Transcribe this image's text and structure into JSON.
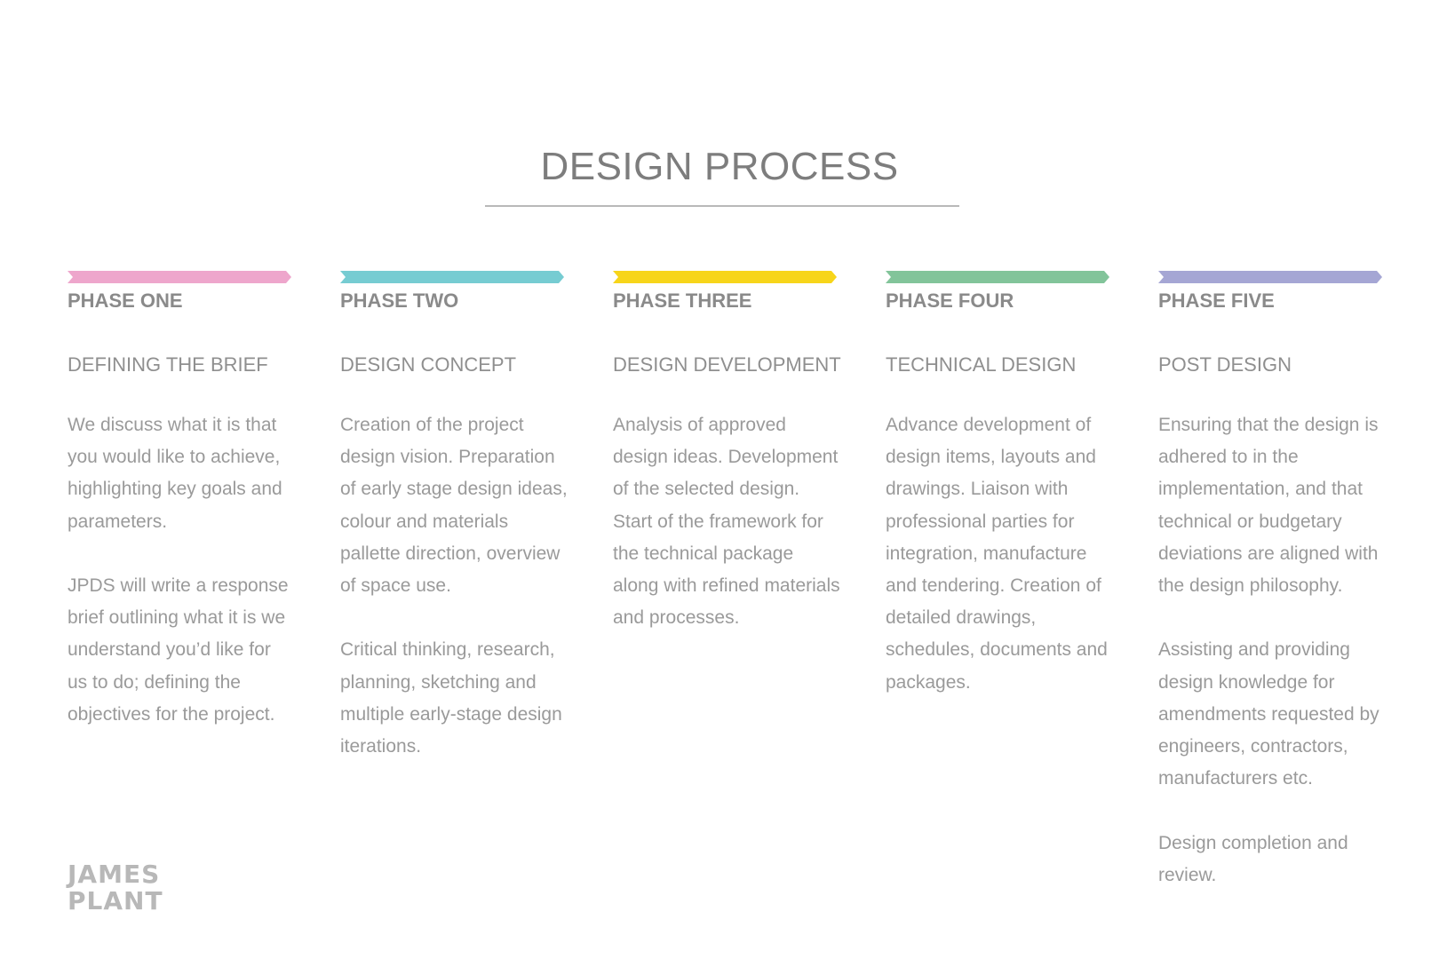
{
  "title": "DESIGN PROCESS",
  "colors": {
    "phase_one": "#eea6cc",
    "phase_two": "#76ccd2",
    "phase_three": "#f7d51a",
    "phase_four": "#82c49a",
    "phase_five": "#a5a6d4",
    "text": "#8a8a8a"
  },
  "phases": [
    {
      "label": "PHASE ONE",
      "subtitle": "DEFINING THE BRIEF",
      "paragraphs": [
        "We discuss what it is that you would like to achieve, highlighting key goals and parameters.",
        "JPDS will write a response brief outlining what it is we understand you’d like for us to do; defining the objectives for the project."
      ]
    },
    {
      "label": "PHASE TWO",
      "subtitle": "DESIGN CONCEPT",
      "paragraphs": [
        "Creation of the project design vision. Preparation of early stage design ideas, colour and materials pallette direction, overview of space use.",
        "Critical thinking, research, planning, sketching and multiple early-stage design iterations."
      ]
    },
    {
      "label": "PHASE THREE",
      "subtitle": "DESIGN DEVELOPMENT",
      "paragraphs": [
        "Analysis of approved design ideas. Development of the selected design. Start of the framework for the technical package along with refined materials and processes."
      ]
    },
    {
      "label": "PHASE FOUR",
      "subtitle": "TECHNICAL DESIGN",
      "paragraphs": [
        "Advance development of design items, layouts and drawings. Liaison with professional parties for integration, manufacture and tendering. Creation of detailed drawings, schedules, documents and packages."
      ]
    },
    {
      "label": "PHASE FIVE",
      "subtitle": "POST DESIGN",
      "paragraphs": [
        "Ensuring that the design is adhered to in the implementation, and that technical or budgetary deviations are aligned with the design philosophy.",
        "Assisting and providing design knowledge for amendments requested by engineers, contractors, manufacturers etc.",
        "Design completion and review."
      ]
    }
  ],
  "logo": {
    "line1": "JAMES",
    "line2": "PLANT"
  }
}
